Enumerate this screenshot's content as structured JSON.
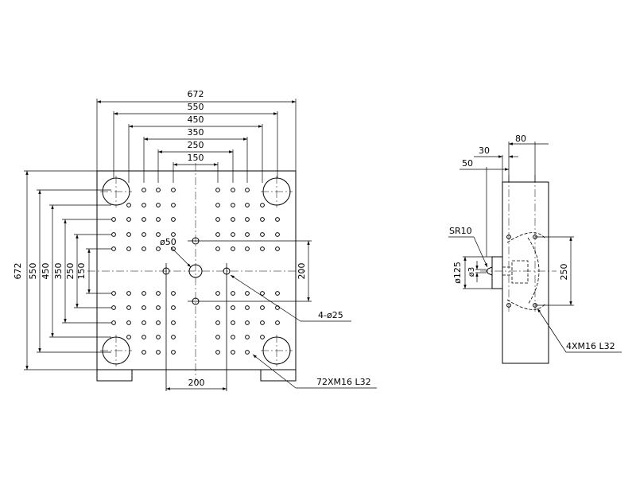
{
  "front_view": {
    "dims_horizontal": [
      "672",
      "550",
      "450",
      "350",
      "250",
      "150"
    ],
    "dims_vertical": [
      "672",
      "550",
      "450",
      "350",
      "250",
      "150"
    ],
    "dim_right": "200",
    "dim_bottom": "200",
    "center_hole_label": "ø50",
    "hole_callout": "4-ø25",
    "thread_callout": "72XM16  L32"
  },
  "side_view": {
    "dim_80": "80",
    "dim_30": "30",
    "dim_50": "50",
    "sphere_radius": "SR10",
    "bore_diameter": "ø125",
    "nozzle_diameter": "ø3",
    "dim_250": "250",
    "thread_callout": "4XM16  L32"
  }
}
